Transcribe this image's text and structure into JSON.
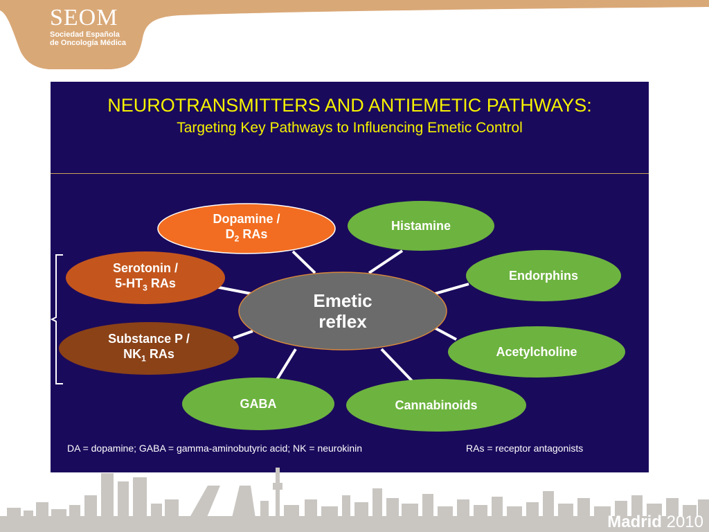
{
  "colors": {
    "slide_bg": "#1a0a5c",
    "title": "#f6f200",
    "green": "#6db33f",
    "orange": "#f26d21",
    "rust": "#c4561d",
    "brown": "#8b4217",
    "center": "#6b6b6b",
    "logo_band": "#d9a877",
    "skyline": "#c9c6c2"
  },
  "logo": {
    "main": "SEOM",
    "sub_line1": "Sociedad Española",
    "sub_line2": "de Oncología Médica"
  },
  "title": {
    "main": "NEUROTRANSMITTERS AND ANTIEMETIC PATHWAYS:",
    "sub": "Targeting Key Pathways to Influencing Emetic Control"
  },
  "center": {
    "line1": "Emetic",
    "line2": "reflex"
  },
  "nodes": {
    "dopamine": {
      "line1": "Dopamine /",
      "line2_base": "D",
      "line2_sub": "2",
      "line2_rest": " RAs"
    },
    "histamine": {
      "label": "Histamine"
    },
    "serotonin": {
      "line1": "Serotonin /",
      "line2_base": "5-HT",
      "line2_sub": "3",
      "line2_rest": " RAs"
    },
    "endorphins": {
      "label": "Endorphins"
    },
    "substance_p": {
      "line1": "Substance P /",
      "line2_base": "NK",
      "line2_sub": "1",
      "line2_rest": " RAs"
    },
    "acetylcholine": {
      "label": "Acetylcholine"
    },
    "gaba": {
      "label": "GABA"
    },
    "cannabinoids": {
      "label": "Cannabinoids"
    }
  },
  "footnotes": {
    "left": "DA = dopamine; GABA = gamma-aminobutyric acid; NK = neurokinin",
    "right": "RAs = receptor antagonists"
  },
  "branding": {
    "city": "Madrid",
    "year": "2010"
  }
}
